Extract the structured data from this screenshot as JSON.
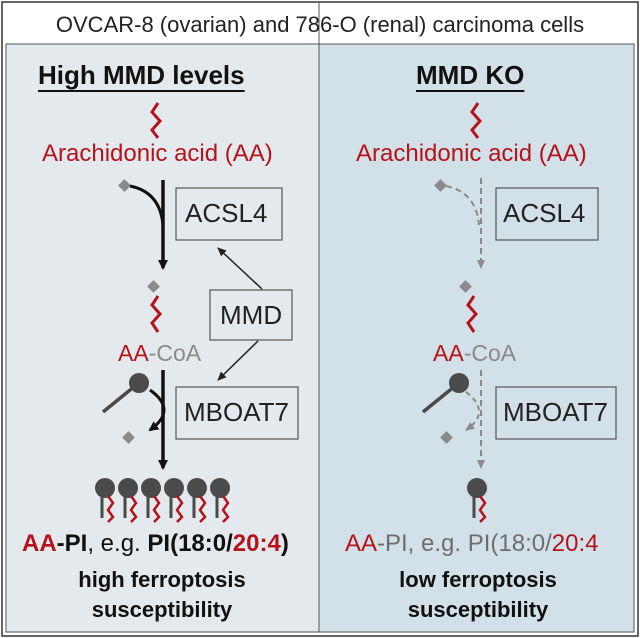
{
  "title": "OVCAR-8 (ovarian) and 786-O (renal) carcinoma cells",
  "left": {
    "heading": "High MMD levels",
    "substrate": "Arachidonic acid (AA)",
    "enzyme1": "ACSL4",
    "regulator": "MMD",
    "intermediate_aa": "AA",
    "intermediate_coa": "-CoA",
    "enzyme2": "MBOAT7",
    "product_aa": "AA",
    "product_pi": "-PI",
    "product_eg": ", e.g. ",
    "product_pi2": "PI(",
    "product_18": "18:0",
    "product_slash": "/",
    "product_20": "20:4",
    "product_close": ")",
    "outcome_line1": "high ferroptosis",
    "outcome_line2": "susceptibility"
  },
  "right": {
    "heading": "MMD KO",
    "substrate": "Arachidonic acid (AA)",
    "enzyme1": "ACSL4",
    "intermediate_aa": "AA",
    "intermediate_coa": "-CoA",
    "enzyme2": "MBOAT7",
    "product_aa": "AA",
    "product_pi": "-PI, e.g. PI(18:0/",
    "product_20": "20:4",
    "outcome_line1": "low ferroptosis",
    "outcome_line2": "susceptibility"
  },
  "colors": {
    "left_panel": "#e3e9ec",
    "right_panel": "#d2e0e7",
    "accent_red": "#b5121b",
    "gray_text": "#8a8a8a",
    "lipid_head": "#4a4a4a"
  }
}
